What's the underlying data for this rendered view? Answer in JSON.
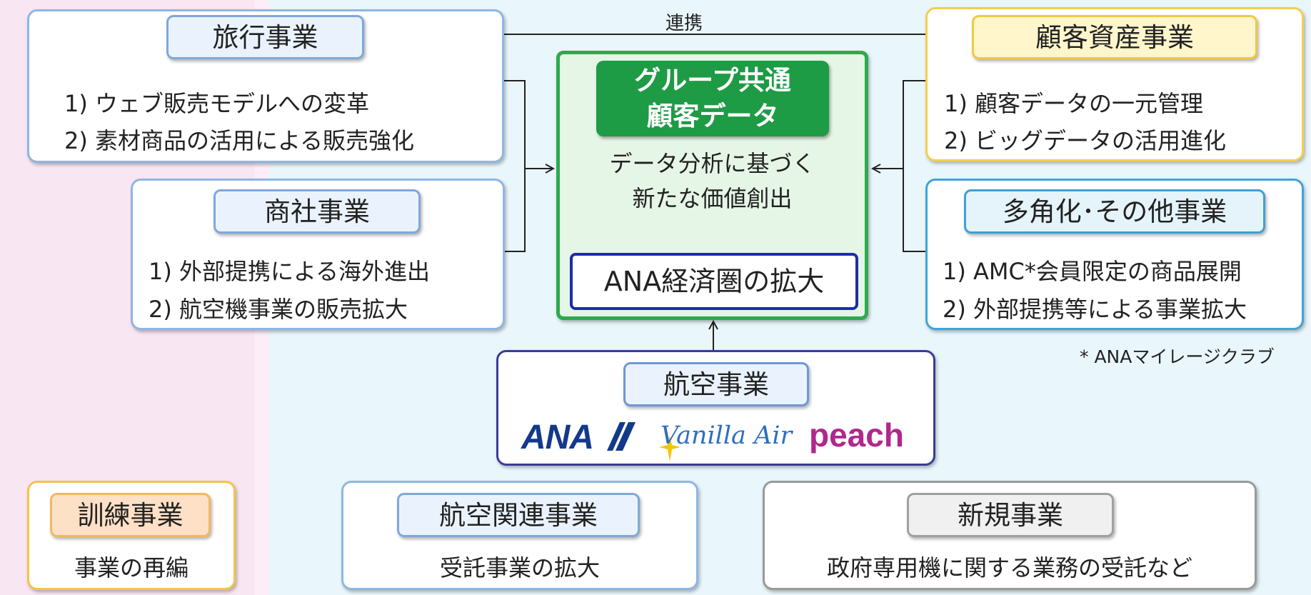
{
  "travel": {
    "title": "旅行事業",
    "items": [
      "1) ウェブ販売モデルへの変革",
      "2) 素材商品の活用による販売強化"
    ]
  },
  "trading": {
    "title": "商社事業",
    "items": [
      "1) 外部提携による海外進出",
      "2) 航空機事業の販売拡大"
    ]
  },
  "customer_assets": {
    "title": "顧客資産事業",
    "items": [
      "1) 顧客データの一元管理",
      "2) ビッグデータの活用進化"
    ]
  },
  "diversified": {
    "title": "多角化･その他事業",
    "items": [
      "1) AMC*会員限定の商品展開",
      "2) 外部提携等による事業拡大"
    ],
    "footnote": "* ANAマイレージクラブ"
  },
  "center": {
    "tag_line1": "グループ共通",
    "tag_line2": "顧客データ",
    "desc_line1": "データ分析に基づく",
    "desc_line2": "新たな価値創出",
    "result": "ANA経済圏の拡大"
  },
  "link_label": "連携",
  "airline": {
    "title": "航空事業",
    "logos": [
      "ANA",
      "Vanilla Air",
      "peach"
    ]
  },
  "training": {
    "title": "訓練事業",
    "desc": "事業の再編"
  },
  "aviation_related": {
    "title": "航空関連事業",
    "desc": "受託事業の拡大"
  },
  "new_business": {
    "title": "新規事業",
    "desc": "政府専用機に関する業務の受託など"
  },
  "colors": {
    "green": "#1e9b45",
    "navy": "#1b2fa8",
    "ana_blue": "#13398a",
    "peach": "#b0288c",
    "vanilla_yellow": "#f5c400"
  }
}
